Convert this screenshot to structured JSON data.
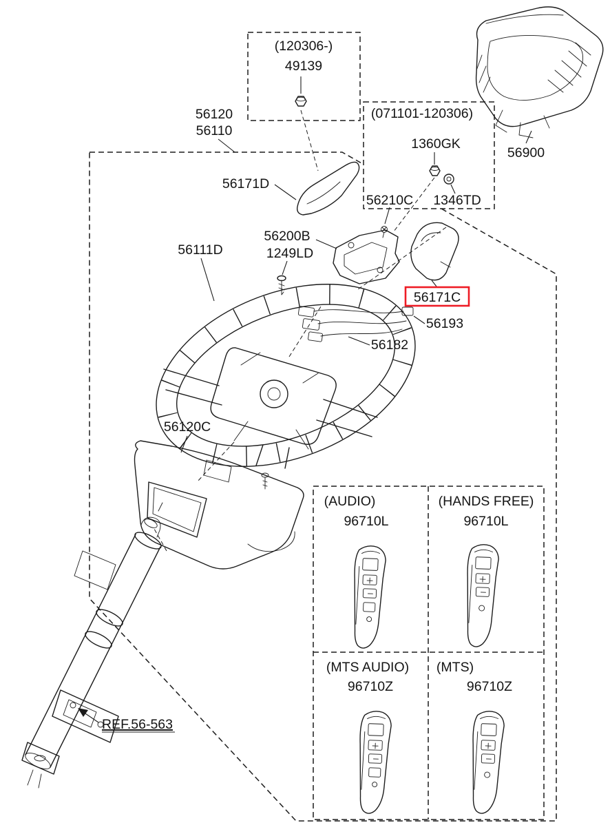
{
  "colors": {
    "line": "#1c1c1c",
    "highlight": "#ee1c25",
    "background": "#ffffff"
  },
  "variant_box_late": {
    "range": "(120306-)",
    "nut_part": "49139"
  },
  "variant_box_early": {
    "range": "(071101-120306)",
    "nut_part": "1360GK",
    "washer_part": "1346TD",
    "contact_part": "56210C"
  },
  "parts": {
    "wheel_assy_alt": "56120",
    "wheel_assy": "56110",
    "airbag_module": "56900",
    "upper_cover": "56171D",
    "switch_assy": "56200B",
    "screw": "1249LD",
    "wheel_body": "56111D",
    "side_cover": "56171C",
    "ext_wire": "56193",
    "wiring": "56182",
    "lower_cover": "56120C"
  },
  "reference": {
    "label": "REF.56-563"
  },
  "switch_variants": [
    {
      "title": "(AUDIO)",
      "part": "96710L"
    },
    {
      "title": "(HANDS FREE)",
      "part": "96710L"
    },
    {
      "title": "(MTS AUDIO)",
      "part": "96710Z"
    },
    {
      "title": "(MTS)",
      "part": "96710Z"
    }
  ]
}
